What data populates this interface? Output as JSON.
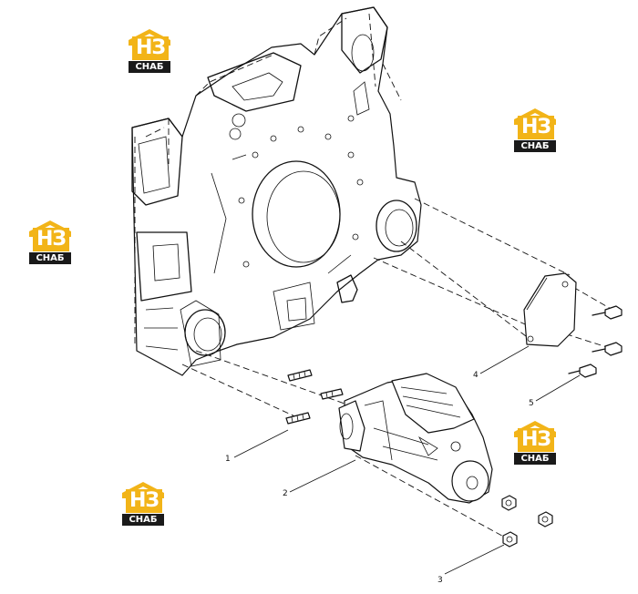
{
  "watermark": {
    "letters": "НЗ",
    "word": "СНАБ",
    "brand_color": "#f2b418",
    "dark_color": "#1a1a1a"
  },
  "callouts": [
    {
      "id": "1",
      "label": "1"
    },
    {
      "id": "2",
      "label": "2"
    },
    {
      "id": "3",
      "label": "3"
    },
    {
      "id": "4",
      "label": "4"
    },
    {
      "id": "5",
      "label": "5"
    }
  ],
  "parts": [
    "housing",
    "starter-motor",
    "cover-plate",
    "bolts",
    "studs",
    "nuts"
  ]
}
